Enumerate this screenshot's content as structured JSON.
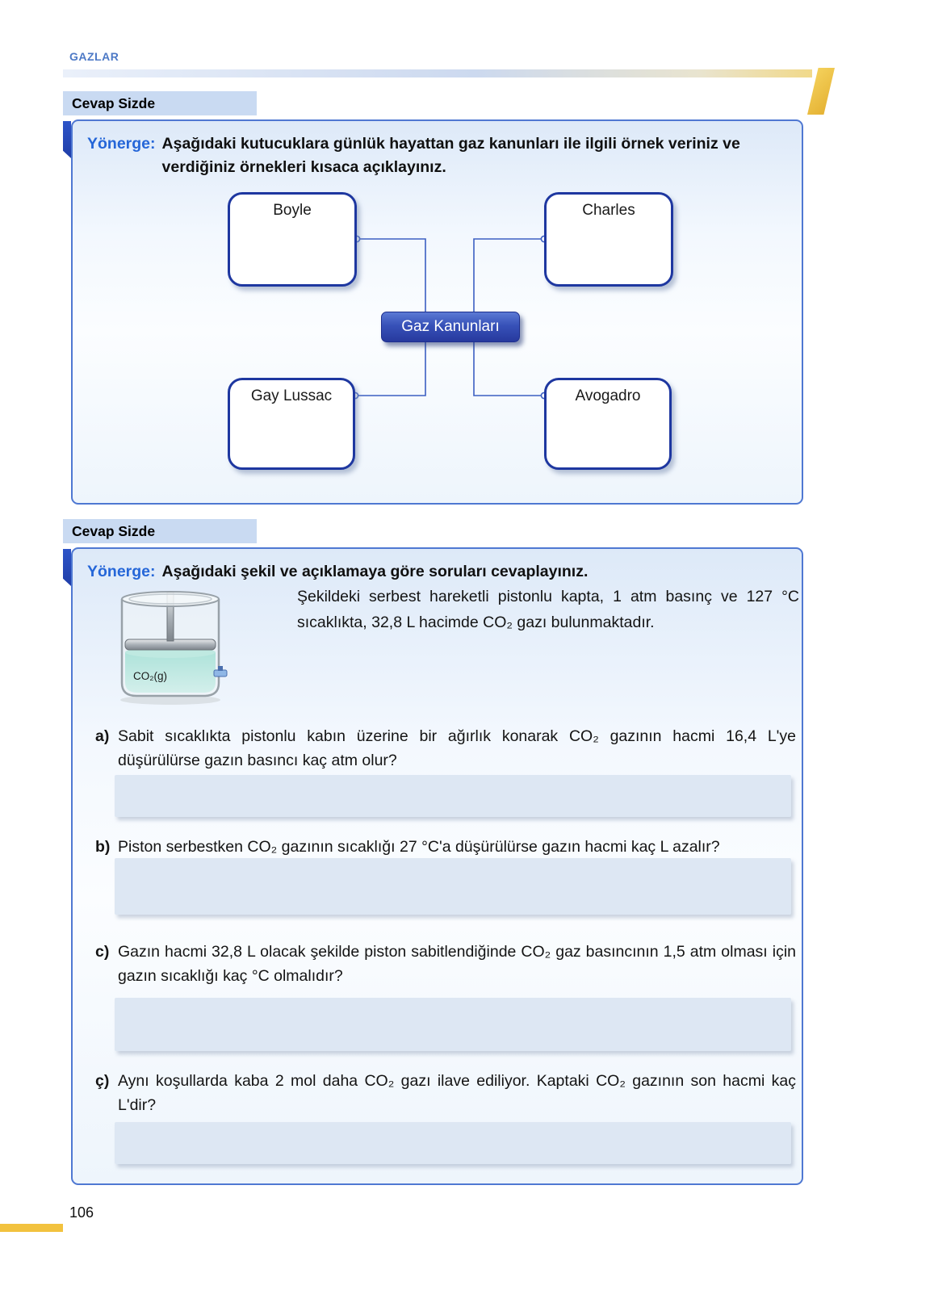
{
  "page": {
    "header_label": "GAZLAR",
    "page_number": "106"
  },
  "colors": {
    "accent_blue": "#2566d8",
    "panel_border": "#4f78d2",
    "tab_background": "#c9daf2",
    "law_box_border": "#1e37a0",
    "center_box_blue": "#3751b8",
    "answer_box_background": "#dde7f3",
    "highlight_yellow": "#f2c23e",
    "gas_teal": "#aee3da"
  },
  "section1": {
    "tab_label": "Cevap Sizde",
    "directive_label": "Yönerge:",
    "directive_text": "Aşağıdaki kutucuklara günlük hayattan gaz kanunları ile ilgili örnek veriniz ve verdiğiniz örnekleri kısaca açıklayınız.",
    "diagram": {
      "center_label": "Gaz Kanunları",
      "boxes": [
        {
          "label": "Boyle"
        },
        {
          "label": "Charles"
        },
        {
          "label": "Gay Lussac"
        },
        {
          "label": "Avogadro"
        }
      ]
    }
  },
  "section2": {
    "tab_label": "Cevap Sizde",
    "directive_label": "Yönerge:",
    "directive_text": "Aşağıdaki şekil ve açıklamaya göre soruları cevaplayınız.",
    "figure": {
      "gas_label": "CO₂(g)"
    },
    "description": "Şekildeki serbest hareketli pistonlu kapta, 1 atm basınç ve 127 °C sıcaklıkta, 32,8 L hacimde CO₂ gazı bulunmaktadır.",
    "questions": [
      {
        "label": "a)",
        "text": "Sabit sıcaklıkta pistonlu kabın üzerine bir ağırlık konarak CO₂ gazının hacmi 16,4 L'ye düşürülürse gazın basıncı kaç atm olur?"
      },
      {
        "label": "b)",
        "text": "Piston serbestken CO₂ gazının sıcaklığı 27 °C'a düşürülürse gazın hacmi kaç L azalır?"
      },
      {
        "label": "c)",
        "text": "Gazın hacmi 32,8 L olacak şekilde piston sabitlendiğinde CO₂ gaz basıncının 1,5 atm olması için gazın sıcaklığı kaç °C olmalıdır?"
      },
      {
        "label": "ç)",
        "text": "Aynı koşullarda kaba 2 mol daha CO₂ gazı ilave ediliyor. Kaptaki CO₂ gazının son hacmi kaç L'dir?"
      }
    ]
  }
}
